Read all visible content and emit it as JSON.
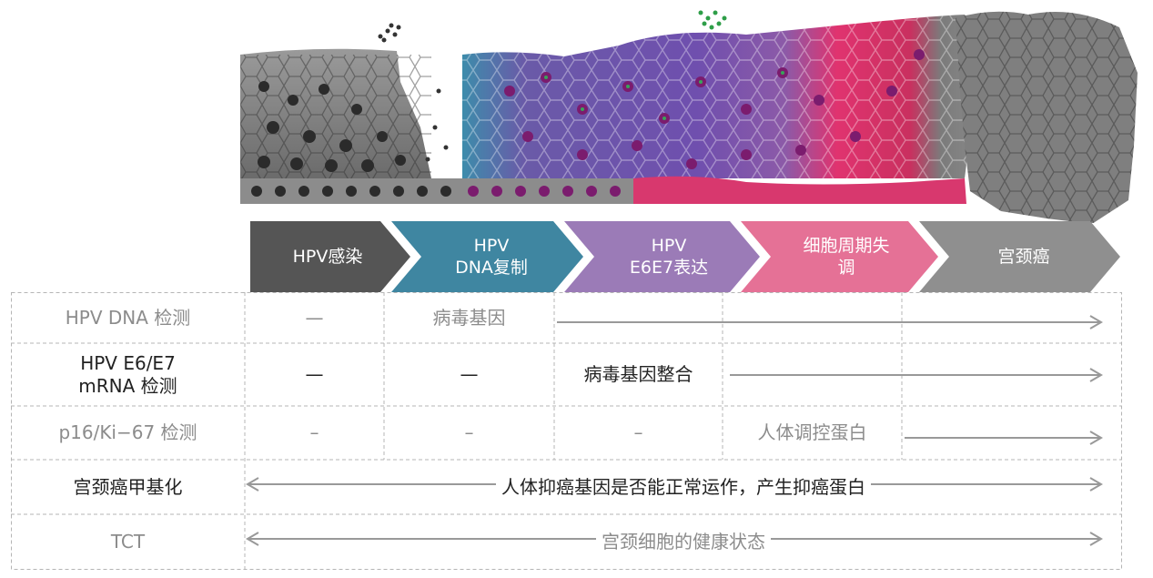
{
  "stages": [
    {
      "label": "HPV感染",
      "color": "#555555"
    },
    {
      "label": "HPV\nDNA复制",
      "color": "#3f86a1"
    },
    {
      "label": "HPV\nE6E7表达",
      "color": "#9b7bb7"
    },
    {
      "label": "细胞周期失\n调",
      "color": "#e57196"
    },
    {
      "label": "宫颈癌",
      "color": "#8f8f8f"
    }
  ],
  "rows": [
    {
      "label": "HPV DNA 检测",
      "c1": "—",
      "c2": "病毒基因",
      "tone": "light"
    },
    {
      "label": "HPV E6/E7\nmRNA 检测",
      "c1": "—",
      "c2": "—",
      "c3": "病毒基因整合",
      "tone": "dark"
    },
    {
      "label": "p16/Ki−67 检测",
      "c1": "–",
      "c2": "–",
      "c3": "–",
      "c4": "人体调控蛋白",
      "tone": "light"
    },
    {
      "label": "宫颈癌甲基化",
      "span": "人体抑癌基因是否能正常运作，产生抑癌蛋白",
      "tone": "dark"
    },
    {
      "label": "TCT",
      "span": "宫颈细胞的健康状态",
      "tone": "light"
    }
  ]
}
